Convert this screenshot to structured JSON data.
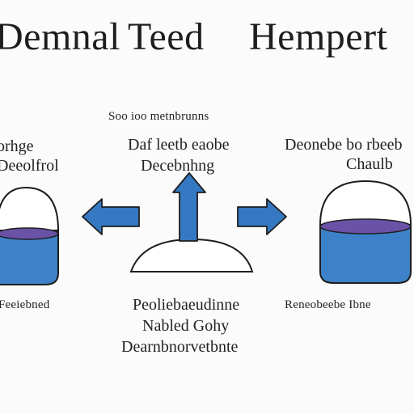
{
  "title": {
    "word1": "Demnal",
    "word2": "Teed",
    "word3": "Hempert"
  },
  "center": {
    "top_caption": "Soo ioo metnbrunns",
    "heading_line1": "Daf leetb eaobe",
    "heading_line2": "Decebnhng",
    "bottom_line1": "Peoliebaeudinne",
    "bottom_line2": "Nabled Gohy",
    "bottom_line3": "Dearnbnorvetbnte"
  },
  "left": {
    "label_line1": "orhge",
    "label_line2": "Deeolfrol",
    "bottom_label": "Feeiebned"
  },
  "right": {
    "label_line1": "Deonebe bo rbeeb",
    "label_line2": "Chaulb",
    "bottom_label": "Reneobeebe Ibne"
  },
  "colors": {
    "liquid_blue": "#3d82c8",
    "liquid_purple": "#6a52a6",
    "arrow_blue": "#3579c2",
    "outline": "#1e1e1e"
  }
}
